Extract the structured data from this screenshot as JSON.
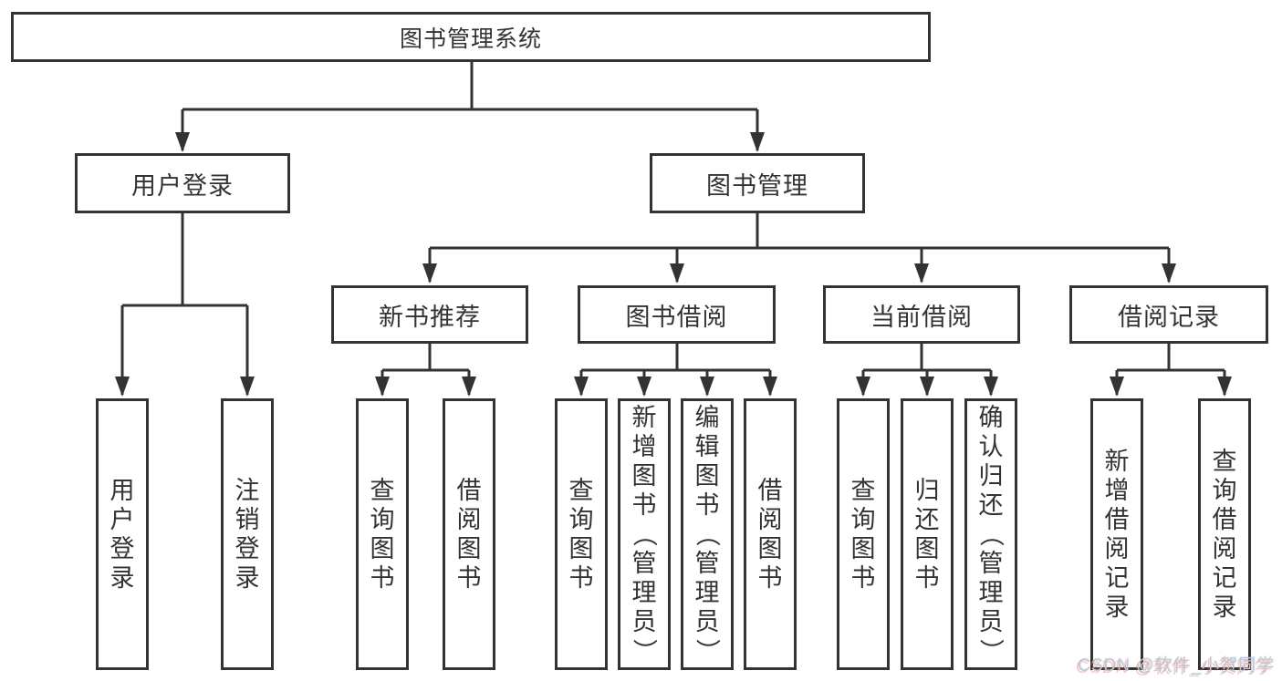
{
  "diagram_title": "图书管理系统",
  "colors": {
    "line": "#333333",
    "box_border": "#333333",
    "box_background": "#ffffff",
    "text": "#333333",
    "watermark_text": "#c6c6c6"
  },
  "nodes": {
    "root": "图书管理系统",
    "l2_user": "用户登录",
    "l2_books": "图书管理",
    "l3_newbook": "新书推荐",
    "l3_borrow": "图书借阅",
    "l3_current": "当前借阅",
    "l3_records": "借阅记录",
    "leaf_user_login": "用户登录",
    "leaf_logout": "注销登录",
    "leaf_nb_query": "查询图书",
    "leaf_nb_borrow": "借阅图书",
    "leaf_bb_query": "查询图书",
    "leaf_bb_add": "新增图书（管理员）",
    "leaf_bb_edit": "编辑图书（管理员）",
    "leaf_bb_borrow": "借阅图书",
    "leaf_cb_query": "查询图书",
    "leaf_cb_return": "归还图书",
    "leaf_cb_confirm": "确认归还（管理员）",
    "leaf_br_add": "新增借阅记录",
    "leaf_br_query": "查询借阅记录"
  },
  "hierarchy": [
    {
      "label": "图书管理系统",
      "children": [
        {
          "label": "用户登录",
          "children": [
            "用户登录",
            "注销登录"
          ]
        },
        {
          "label": "图书管理",
          "children": [
            {
              "label": "新书推荐",
              "children": [
                "查询图书",
                "借阅图书"
              ]
            },
            {
              "label": "图书借阅",
              "children": [
                "查询图书",
                "新增图书（管理员）",
                "编辑图书（管理员）",
                "借阅图书"
              ]
            },
            {
              "label": "当前借阅",
              "children": [
                "查询图书",
                "归还图书",
                "确认归还（管理员）"
              ]
            },
            {
              "label": "借阅记录",
              "children": [
                "新增借阅记录",
                "查询借阅记录"
              ]
            }
          ]
        }
      ]
    }
  ],
  "watermark": {
    "text": "CSDN @软件_小贺同学"
  }
}
